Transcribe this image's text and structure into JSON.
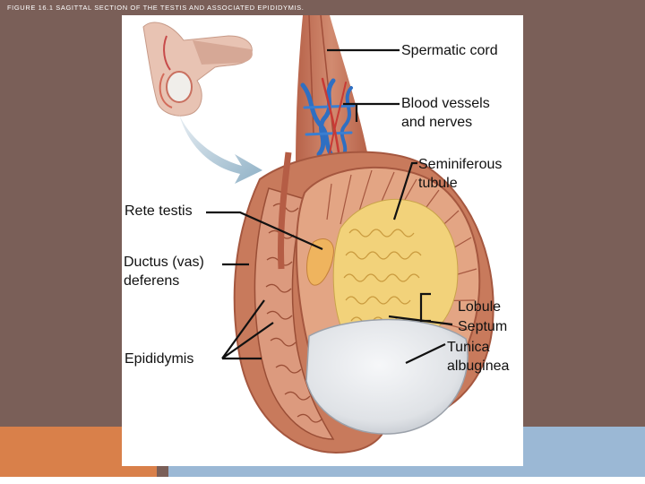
{
  "slide": {
    "caption": "FIGURE 16.1 SAGITTAL SECTION OF THE TESTIS AND ASSOCIATED EPIDIDYMIS.",
    "colors": {
      "background": "#7a5f58",
      "accent_orange": "#d9804a",
      "accent_blue": "#9bb8d5",
      "panel": "#ffffff"
    }
  },
  "labels": {
    "spermatic_cord": "Spermatic cord",
    "blood_vessels_1": "Blood vessels",
    "blood_vessels_2": "and nerves",
    "seminiferous_1": "Seminiferous",
    "seminiferous_2": "tubule",
    "rete_testis": "Rete testis",
    "ductus_1": "Ductus (vas)",
    "ductus_2": "deferens",
    "lobule": "Lobule",
    "septum": "Septum",
    "tunica_1": "Tunica",
    "tunica_2": "albuginea",
    "epididymis": "Epididymis"
  }
}
